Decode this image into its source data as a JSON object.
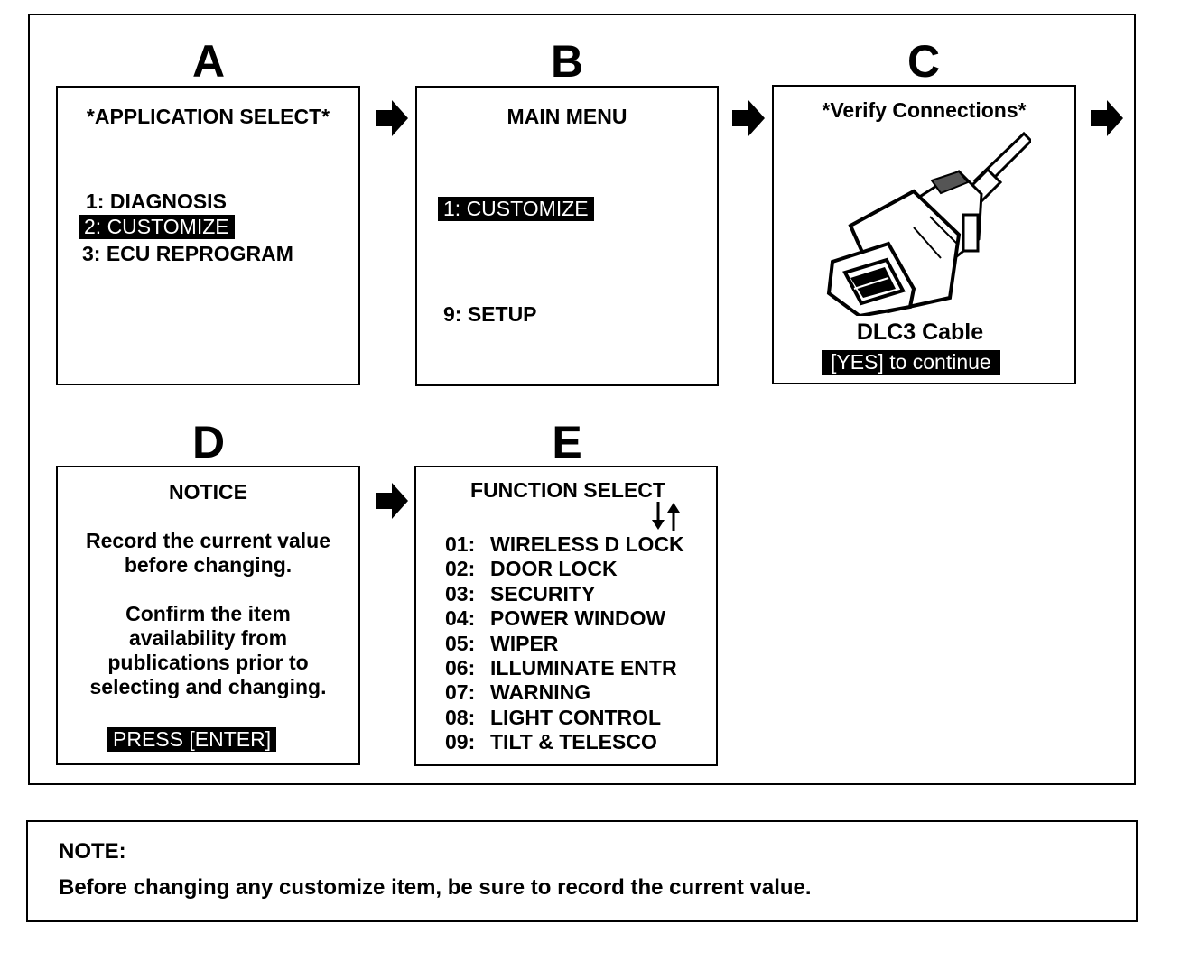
{
  "panels": {
    "a": {
      "letter": "A",
      "title": "*APPLICATION SELECT*",
      "items": [
        "1: DIAGNOSIS",
        "2: CUSTOMIZE",
        "3: ECU REPROGRAM"
      ]
    },
    "b": {
      "letter": "B",
      "title": "MAIN MENU",
      "items": [
        "1: CUSTOMIZE",
        "9: SETUP"
      ]
    },
    "c": {
      "letter": "C",
      "title": "*Verify Connections*",
      "cable_label": "DLC3 Cable",
      "prompt": "[YES] to continue",
      "icon": "dlc3-cable-connector"
    },
    "d": {
      "letter": "D",
      "title": "NOTICE",
      "para1": [
        "Record the current value",
        "before changing."
      ],
      "para2": [
        "Confirm the item",
        "availability from",
        "publications prior to",
        "selecting and changing."
      ],
      "button": "PRESS [ENTER]"
    },
    "e": {
      "letter": "E",
      "title": "FUNCTION SELECT",
      "scroll_icon": "up-down-arrows",
      "items": [
        {
          "num": "01:",
          "label": "WIRELESS D LOCK"
        },
        {
          "num": "02:",
          "label": "DOOR LOCK"
        },
        {
          "num": "03:",
          "label": "SECURITY"
        },
        {
          "num": "04:",
          "label": "POWER WINDOW"
        },
        {
          "num": "05:",
          "label": "WIPER"
        },
        {
          "num": "06:",
          "label": "ILLUMINATE ENTR"
        },
        {
          "num": "07:",
          "label": "WARNING"
        },
        {
          "num": "08:",
          "label": "LIGHT CONTROL"
        },
        {
          "num": "09:",
          "label": "TILT & TELESCO"
        }
      ]
    }
  },
  "flow_arrow_icon": "right-arrow",
  "note": {
    "heading": "NOTE:",
    "text": "Before changing any customize item, be sure to record the current value."
  }
}
